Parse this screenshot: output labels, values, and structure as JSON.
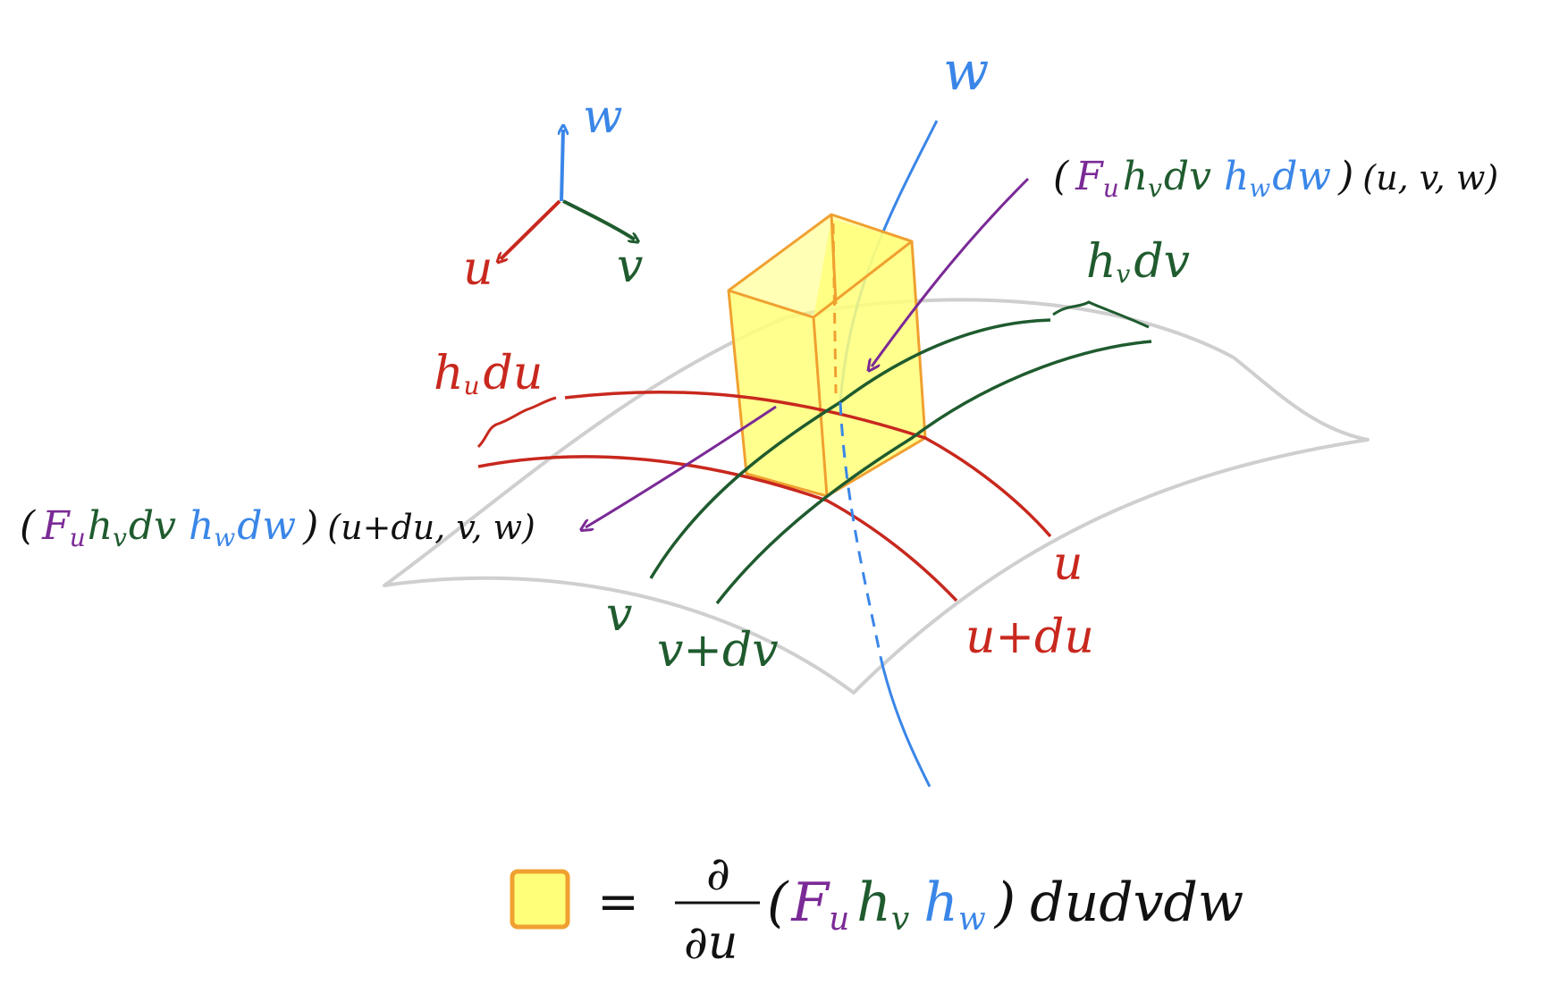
{
  "colors": {
    "u": "#c8281e",
    "v": "#1f5b2e",
    "w": "#3a86e8",
    "flux": "#7a2a96",
    "box_fill": "#ffff7a",
    "box_edge": "#f0a030",
    "surface": "#cfcfcf",
    "ink": "#111111"
  },
  "axes": {
    "u": "u",
    "v": "v",
    "w": "w"
  },
  "curve_w_label": "w",
  "grid_labels": {
    "u": "u",
    "u_du": "u+du",
    "v": "v",
    "v_dv": "v+dv"
  },
  "lengths": {
    "hu": "h",
    "hu_sub": "u",
    "hu_d": "du",
    "hv": "h",
    "hv_sub": "v",
    "hv_d": "dv"
  },
  "flux_top": {
    "open": "(",
    "F": "F",
    "F_sub": "u",
    "h1": "h",
    "h1_sub": "v",
    "d1": "dv",
    "h2": "h",
    "h2_sub": "w",
    "d2": "dw",
    "close": ")",
    "args": "(u, v, w)"
  },
  "flux_bottom": {
    "open": "(",
    "F": "F",
    "F_sub": "u",
    "h1": "h",
    "h1_sub": "v",
    "d1": "dv",
    "h2": "h",
    "h2_sub": "w",
    "d2": "dw",
    "close": ")",
    "args": "(u+du, v, w)"
  },
  "formula": {
    "equals": "=",
    "num": "∂",
    "den": "∂u",
    "open": "(",
    "F": "F",
    "F_sub": "u",
    "h1": "h",
    "h1_sub": "v",
    "h2": "h",
    "h2_sub": "w",
    "close": ")",
    "tail": "dudvdw"
  }
}
